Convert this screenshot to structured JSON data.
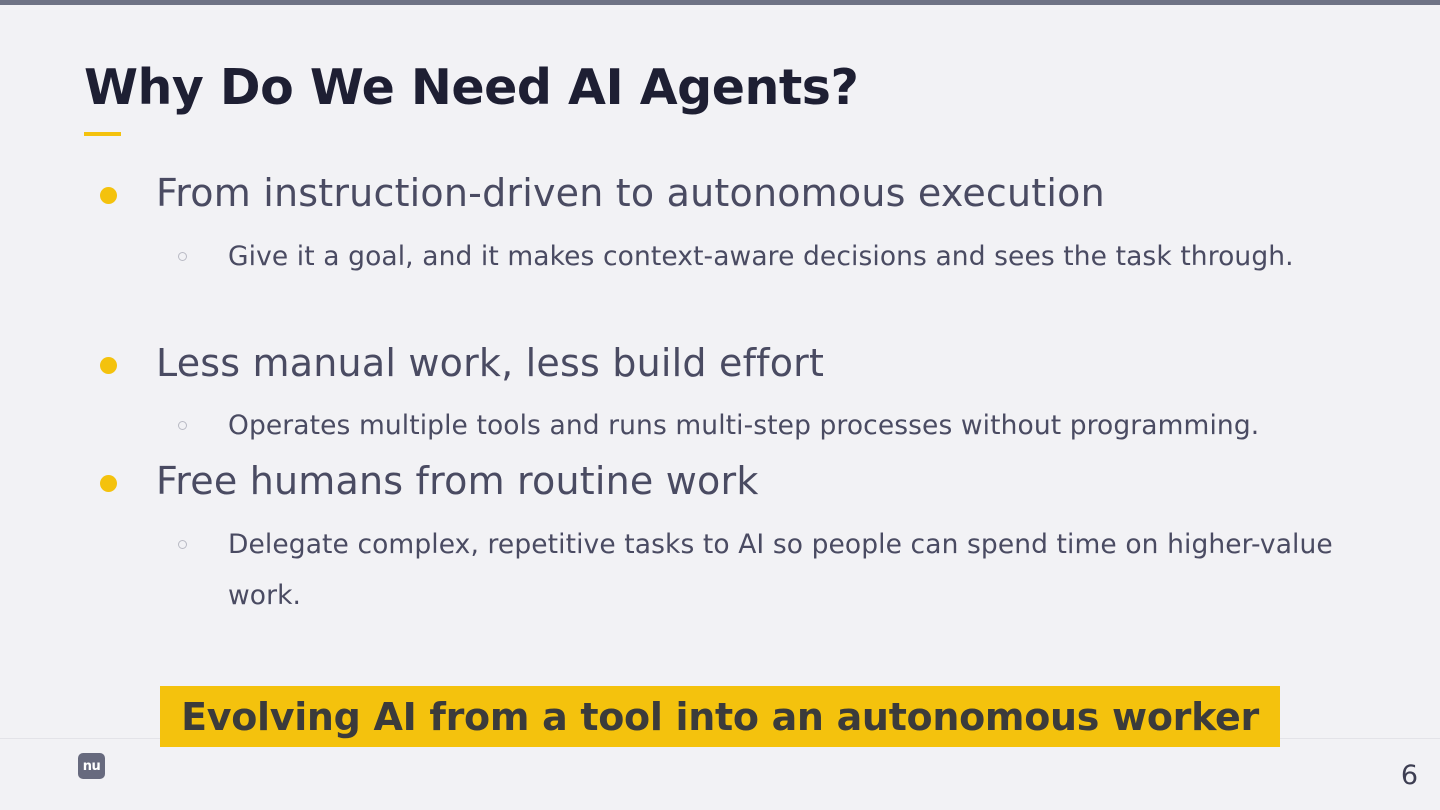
{
  "slide": {
    "title": "Why Do We Need AI Agents?",
    "accent_color": "#f4c20d",
    "text_color": "#4a4b62",
    "title_color": "#1e1f33",
    "background_color": "#f2f2f5"
  },
  "bullets": [
    {
      "label": "From instruction-driven to autonomous execution",
      "icon": "bullet-dot-icon",
      "sub": [
        {
          "text": "Give it a goal, and it makes context-aware decisions and sees the task through.",
          "icon": "hollow-circle-icon"
        }
      ]
    },
    {
      "label": "Less manual work, less build effort",
      "icon": "bullet-dot-icon",
      "sub": [
        {
          "text": "Operates multiple tools and runs multi-step processes without programming.",
          "icon": "hollow-circle-icon"
        }
      ]
    },
    {
      "label": "Free humans from routine work",
      "icon": "bullet-dot-icon",
      "sub": [
        {
          "text": "Delegate complex, repetitive tasks to AI so people can spend time on higher-value work.",
          "icon": "hollow-circle-icon"
        }
      ]
    }
  ],
  "banner": {
    "text": "Evolving AI from a tool into an autonomous worker"
  },
  "footer": {
    "logo_text": "nu",
    "page_number": "6"
  }
}
